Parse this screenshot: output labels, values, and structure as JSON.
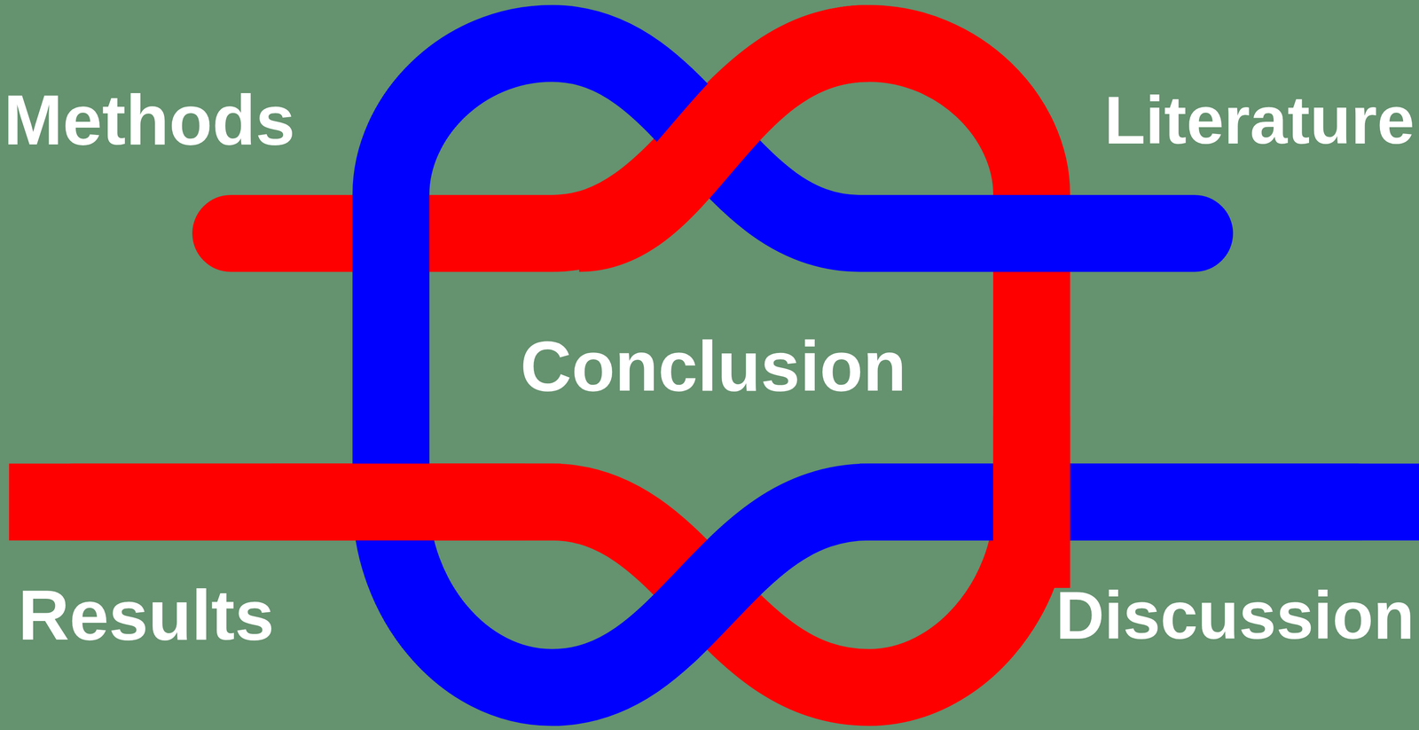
{
  "diagram": {
    "labels": [
      "Methods",
      "Literature",
      "Conclusion",
      "Results",
      "Discussion"
    ]
  }
}
